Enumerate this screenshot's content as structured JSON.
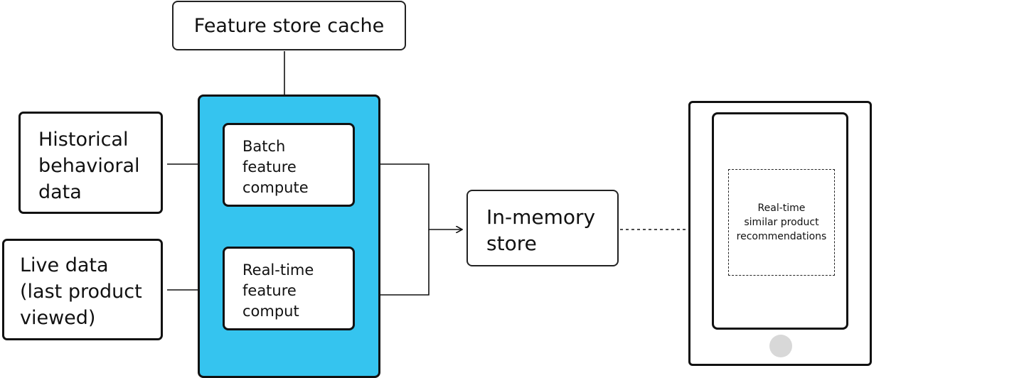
{
  "diagram": {
    "nodes": {
      "feature_store_cache": "Feature store cache",
      "historical_behavioral_data": "Historical\nbehavioral\ndata",
      "live_data": "Live data\n(last product\nviewed)",
      "batch_feature_compute": "Batch\nfeature\ncompute",
      "realtime_feature_compute": "Real-time\nfeature\ncomput",
      "in_memory_store": "In-memory\nstore",
      "recommendations": "Real-time\nsimilar product\nrecommendations"
    },
    "edges": [
      {
        "from": "feature_store_cache",
        "to": "batch_feature_compute",
        "style": "solid"
      },
      {
        "from": "historical_behavioral_data",
        "to": "batch_feature_compute",
        "style": "solid"
      },
      {
        "from": "live_data",
        "to": "realtime_feature_compute",
        "style": "solid"
      },
      {
        "from": "batch_feature_compute",
        "to": "realtime_feature_compute",
        "style": "solid"
      },
      {
        "from": "batch_feature_compute",
        "to": "in_memory_store",
        "style": "solid"
      },
      {
        "from": "realtime_feature_compute",
        "to": "in_memory_store",
        "style": "solid"
      },
      {
        "from": "in_memory_store",
        "to": "recommendations",
        "style": "dashed"
      }
    ],
    "colors": {
      "compute_panel": "#35c4ef",
      "border": "#111111",
      "home_button": "#d8d8d8"
    },
    "icons": {
      "device": "tablet-icon"
    }
  }
}
